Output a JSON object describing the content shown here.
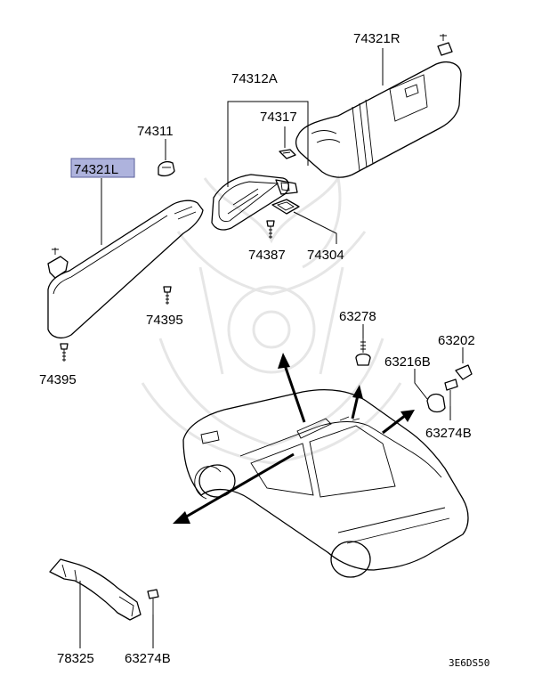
{
  "labels": {
    "sun_visor_right": "74321R",
    "mirror_assy": "74312A",
    "mirror_cover": "74317",
    "visor_holder": "74311",
    "sun_visor_left": "74321L",
    "mirror_screw": "74387",
    "mirror_bracket": "74304",
    "holder_screw": "74395",
    "visor_screw": "74395",
    "clip_front": "63278",
    "hook": "63202",
    "hook_bracket": "63216B",
    "hook_screw": "63274B",
    "grip": "78325",
    "grip_screw": "63274B"
  },
  "diagram_code": "3E6DS50",
  "colors": {
    "highlight_fill": "#aeb3dd",
    "highlight_stroke": "#5a5f9a",
    "watermark": "#e6e6e6"
  }
}
